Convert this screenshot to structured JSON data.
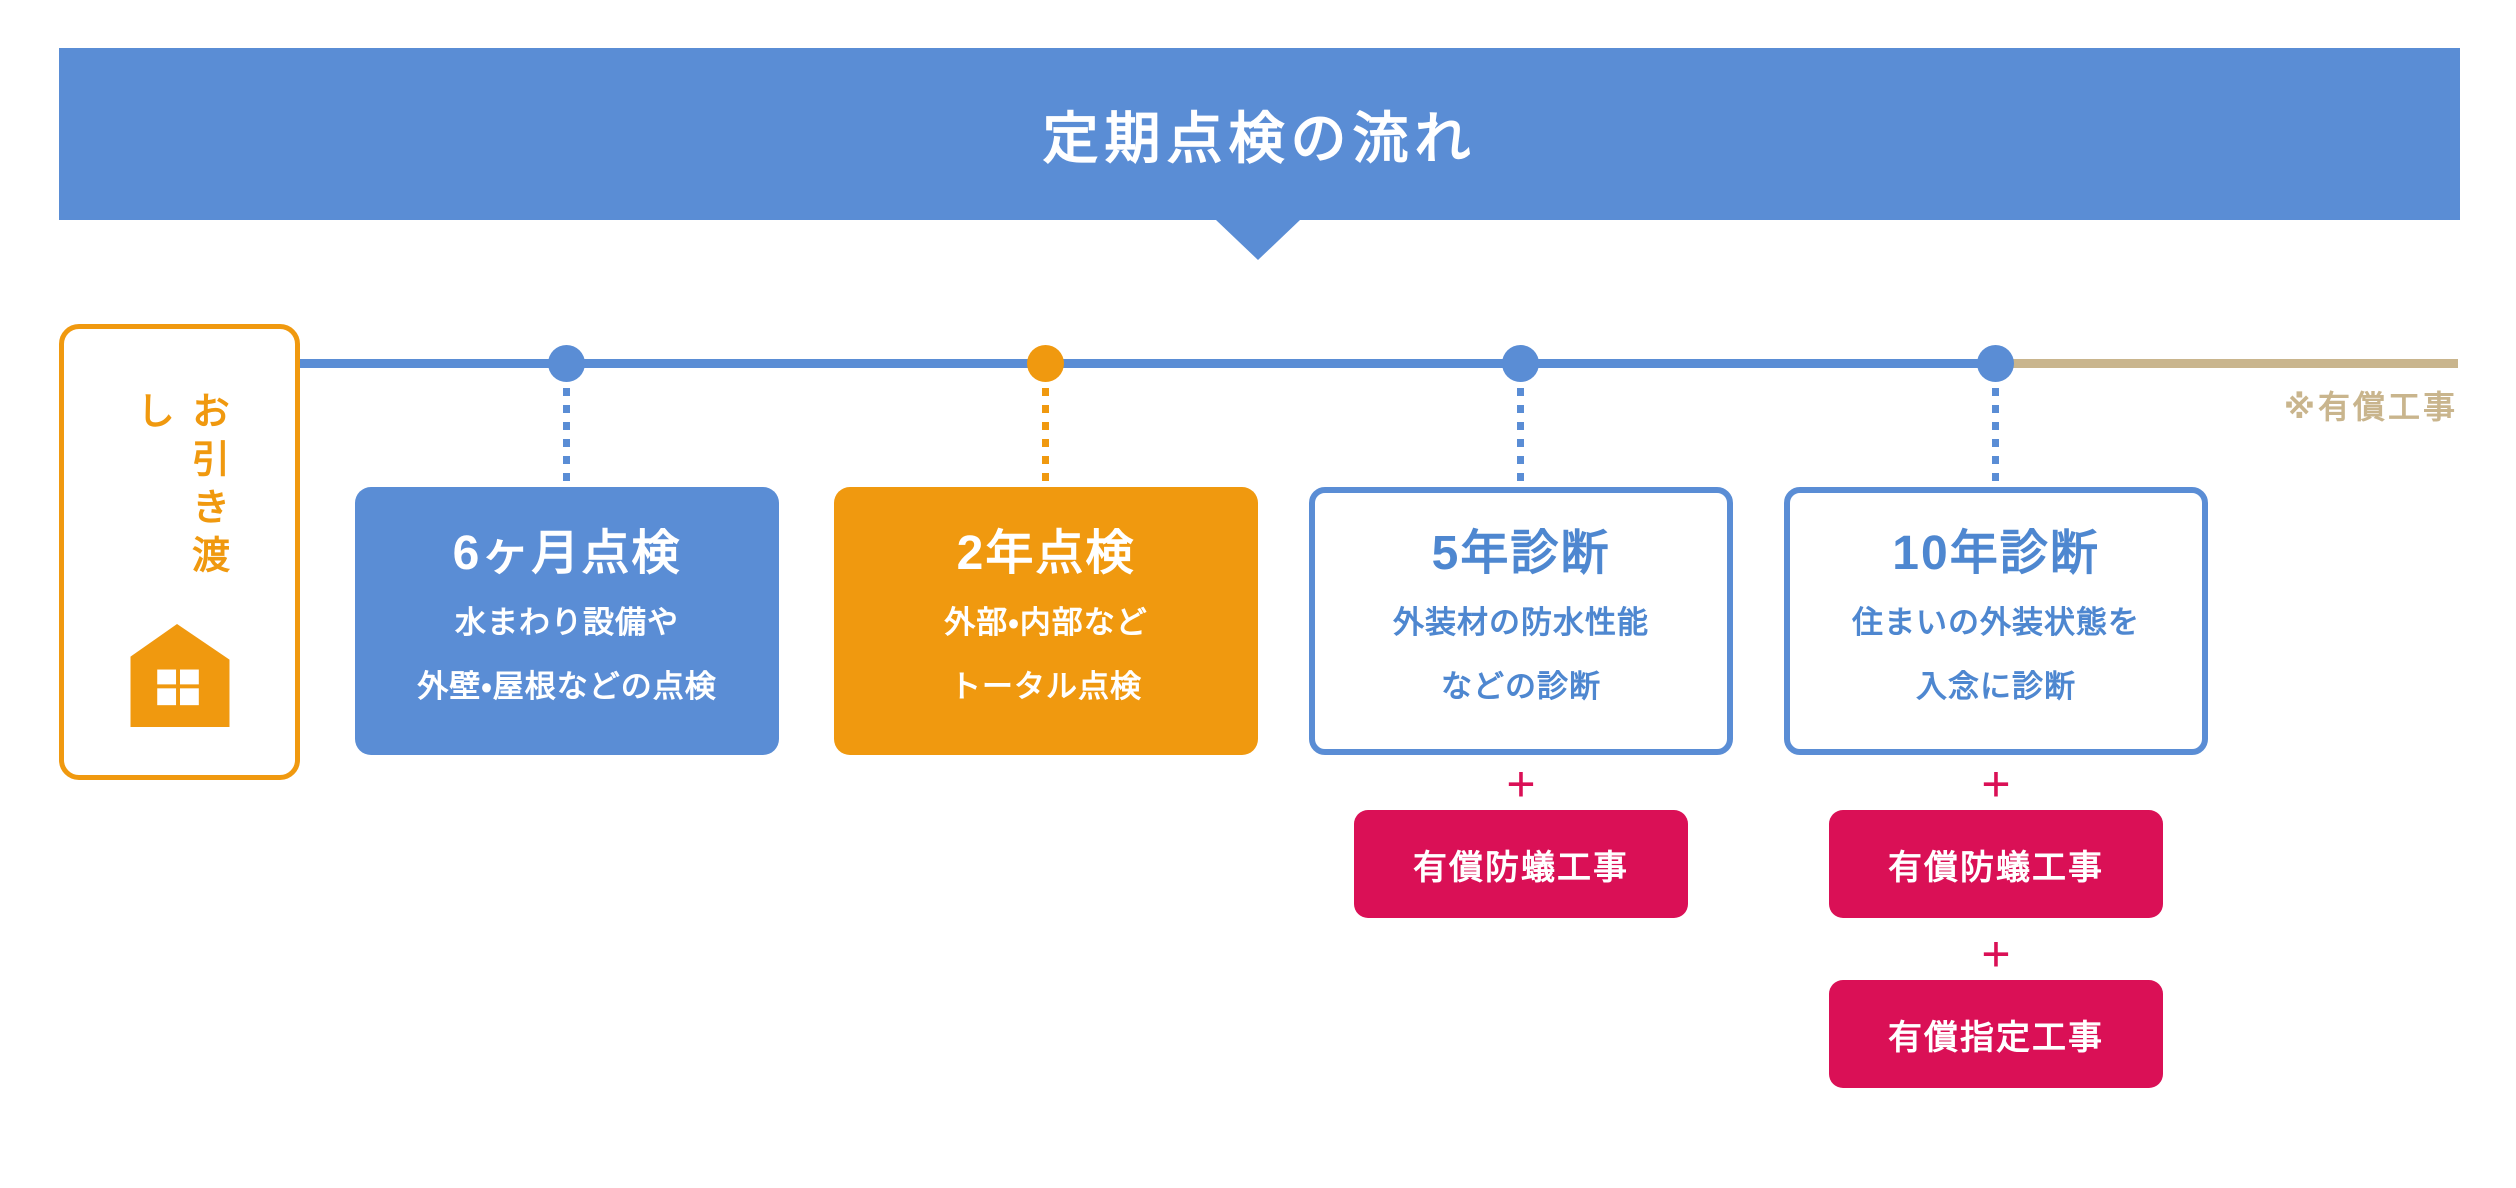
{
  "title": "定期点検の流れ",
  "handover": {
    "label": "お引き渡し"
  },
  "timeline": {
    "paid_note": "※有償工事"
  },
  "plus_sign": "+",
  "stages": [
    {
      "title": "6ヶ月点検",
      "lines": [
        "水まわり設備や",
        "外壁・屋根などの点検"
      ],
      "style": "solid-blue",
      "addons": []
    },
    {
      "title": "2年点検",
      "lines": [
        "外部・内部など",
        "トータル点検"
      ],
      "style": "solid-orange",
      "addons": []
    },
    {
      "title": "5年診断",
      "lines": [
        "外装材の防水性能",
        "などの診断"
      ],
      "style": "outline-blue",
      "addons": [
        "有償防蟻工事"
      ]
    },
    {
      "title": "10年診断",
      "lines": [
        "住まいの外装状態を",
        "入念に診断"
      ],
      "style": "outline-blue",
      "addons": [
        "有償防蟻工事",
        "有償指定工事"
      ]
    }
  ],
  "colors": {
    "blue": "#5a8dd5",
    "orange": "#f0990f",
    "crimson": "#da1056",
    "tan": "#c9b58d",
    "text_blue": "#4e87d0"
  }
}
